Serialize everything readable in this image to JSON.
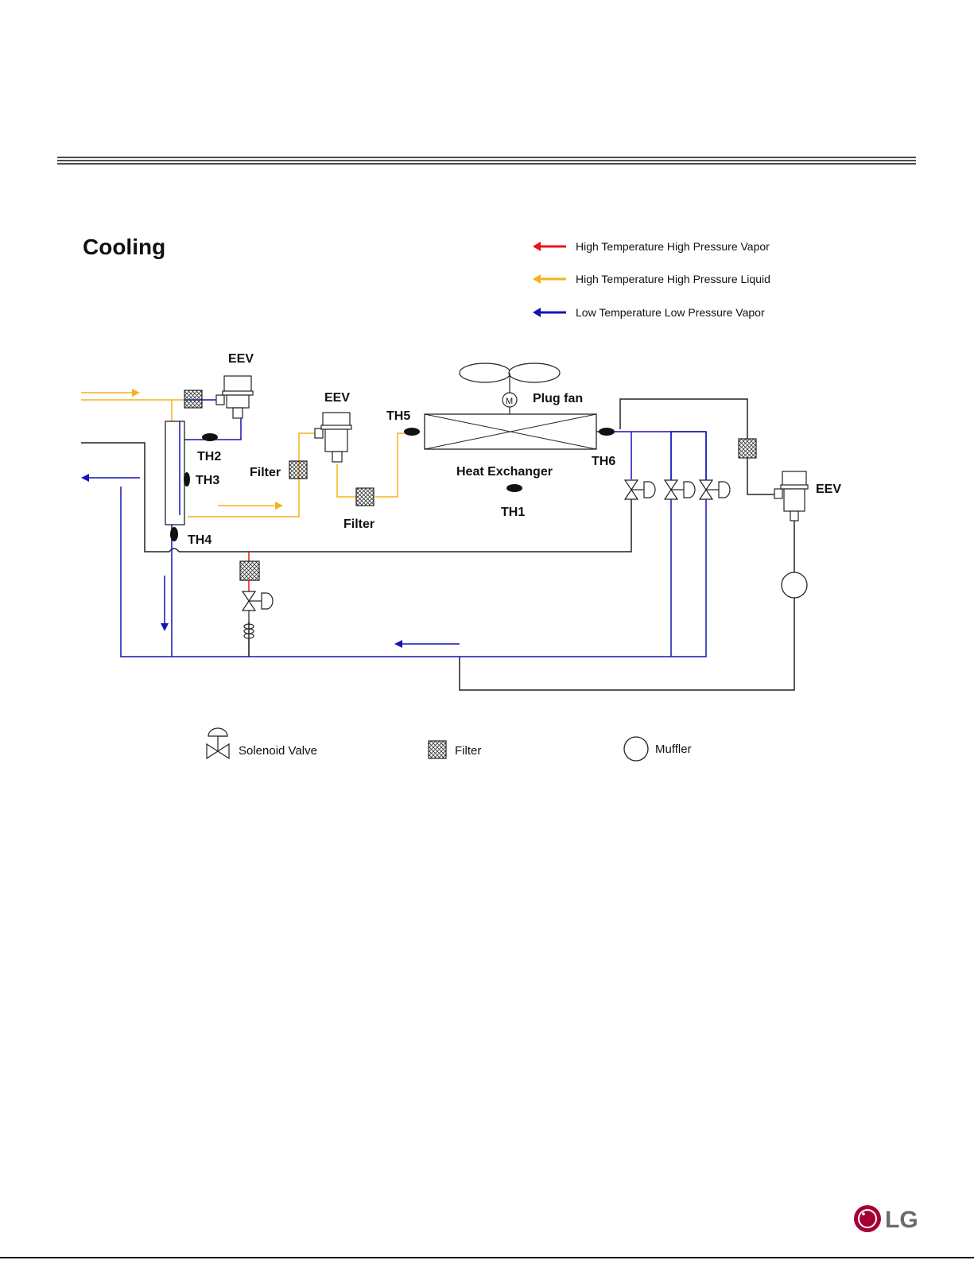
{
  "title": "Cooling",
  "legend": [
    {
      "label": "High Temperature High Pressure Vapor",
      "color": "#e8141c"
    },
    {
      "label": "High Temperature High Pressure Liquid",
      "color": "#f5b21b"
    },
    {
      "label": "Low Temperature Low Pressure Vapor",
      "color": "#1414b4"
    }
  ],
  "components": {
    "eev_1": "EEV",
    "eev_2": "EEV",
    "eev_3": "EEV",
    "plug_fan": "Plug fan",
    "motor": "M",
    "heat_exchanger": "Heat Exchanger",
    "filter_1": "Filter",
    "filter_2": "Filter"
  },
  "sensors": {
    "th1": "TH1",
    "th2": "TH2",
    "th3": "TH3",
    "th4": "TH4",
    "th5": "TH5",
    "th6": "TH6"
  },
  "symbol_legend": {
    "solenoid_valve": "Solenoid Valve",
    "filter": "Filter",
    "muffler": "Muffler"
  },
  "colors": {
    "vapor_high": "#e8141c",
    "liquid_high": "#f5b21b",
    "vapor_low": "#1414b4",
    "pipe": "#222222",
    "lg_red": "#a50034"
  },
  "logo_text": "LG"
}
